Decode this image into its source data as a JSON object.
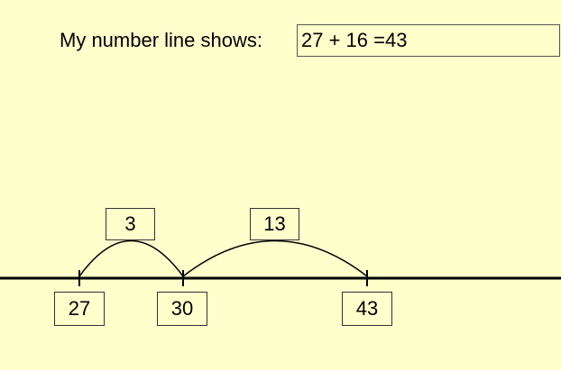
{
  "prompt": {
    "label": "My number line shows:",
    "answer": "27 + 16 =43"
  },
  "number_line": {
    "ticks": [
      {
        "label": "27"
      },
      {
        "label": "30"
      },
      {
        "label": "43"
      }
    ],
    "jumps": [
      {
        "label": "3"
      },
      {
        "label": "13"
      }
    ]
  },
  "colors": {
    "background": "#ffffcc",
    "line": "#000000"
  }
}
